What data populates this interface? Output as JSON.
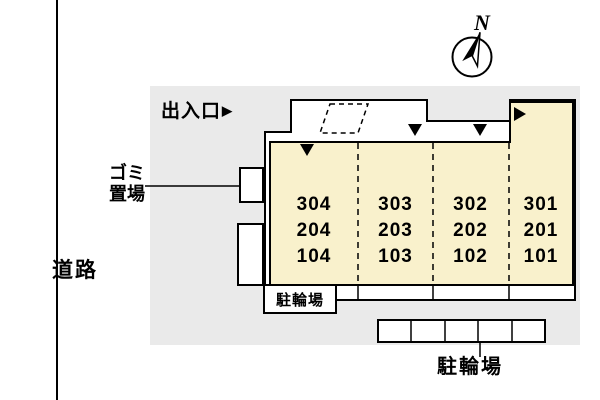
{
  "compass": {
    "north_label": "N"
  },
  "labels": {
    "entrance": "出入口",
    "entrance_arrow": "▶",
    "garbage_line1": "ゴミ",
    "garbage_line2": "置場",
    "road": "道路",
    "bicycle_parking_building": "駐輪場",
    "bicycle_parking_outdoor": "駐輪場"
  },
  "units": {
    "rows": [
      [
        "304",
        "303",
        "302",
        "301"
      ],
      [
        "204",
        "203",
        "202",
        "201"
      ],
      [
        "104",
        "103",
        "102",
        "101"
      ]
    ]
  },
  "colors": {
    "parcel_gray": "#eaeaea",
    "units_cream": "#f9f1cc",
    "line_black": "#000000"
  }
}
